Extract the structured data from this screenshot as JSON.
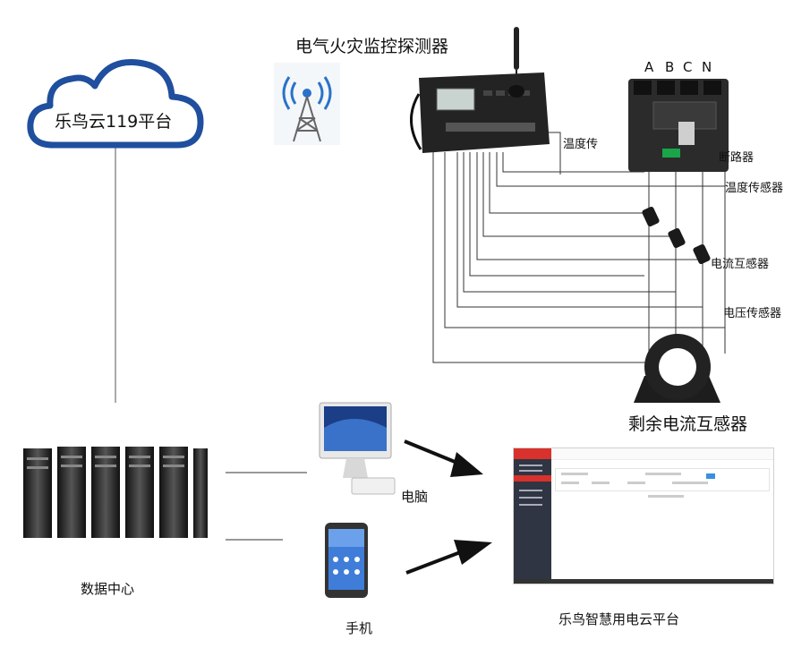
{
  "labels": {
    "cloud": "乐鸟云119平台",
    "detector": "电气火灾监控探测器",
    "temp_partial": "温度传",
    "breaker": "断路器",
    "temp_sensor": "温度传感器",
    "current_transformer": "电流互感器",
    "voltage_sensor": "电压传感器",
    "residual_ct": "剩余电流互感器",
    "computer": "电脑",
    "data_center": "数据中心",
    "phone": "手机",
    "platform": "乐鸟智慧用电云平台"
  },
  "phases": [
    "A",
    "B",
    "C",
    "N"
  ],
  "colors": {
    "cloud_outline": "#1f4f9e",
    "platform_accent": "#d9312b",
    "platform_sidebar": "#2f3542",
    "wire": "#333333"
  },
  "icons": [
    "cloud-icon",
    "antenna-tower-icon",
    "antenna-icon",
    "detector-device-icon",
    "circuit-breaker-icon",
    "ct-clamp-icon",
    "toroid-icon",
    "server-rack-icon",
    "desktop-computer-icon",
    "smartphone-icon",
    "arrow-icon"
  ]
}
